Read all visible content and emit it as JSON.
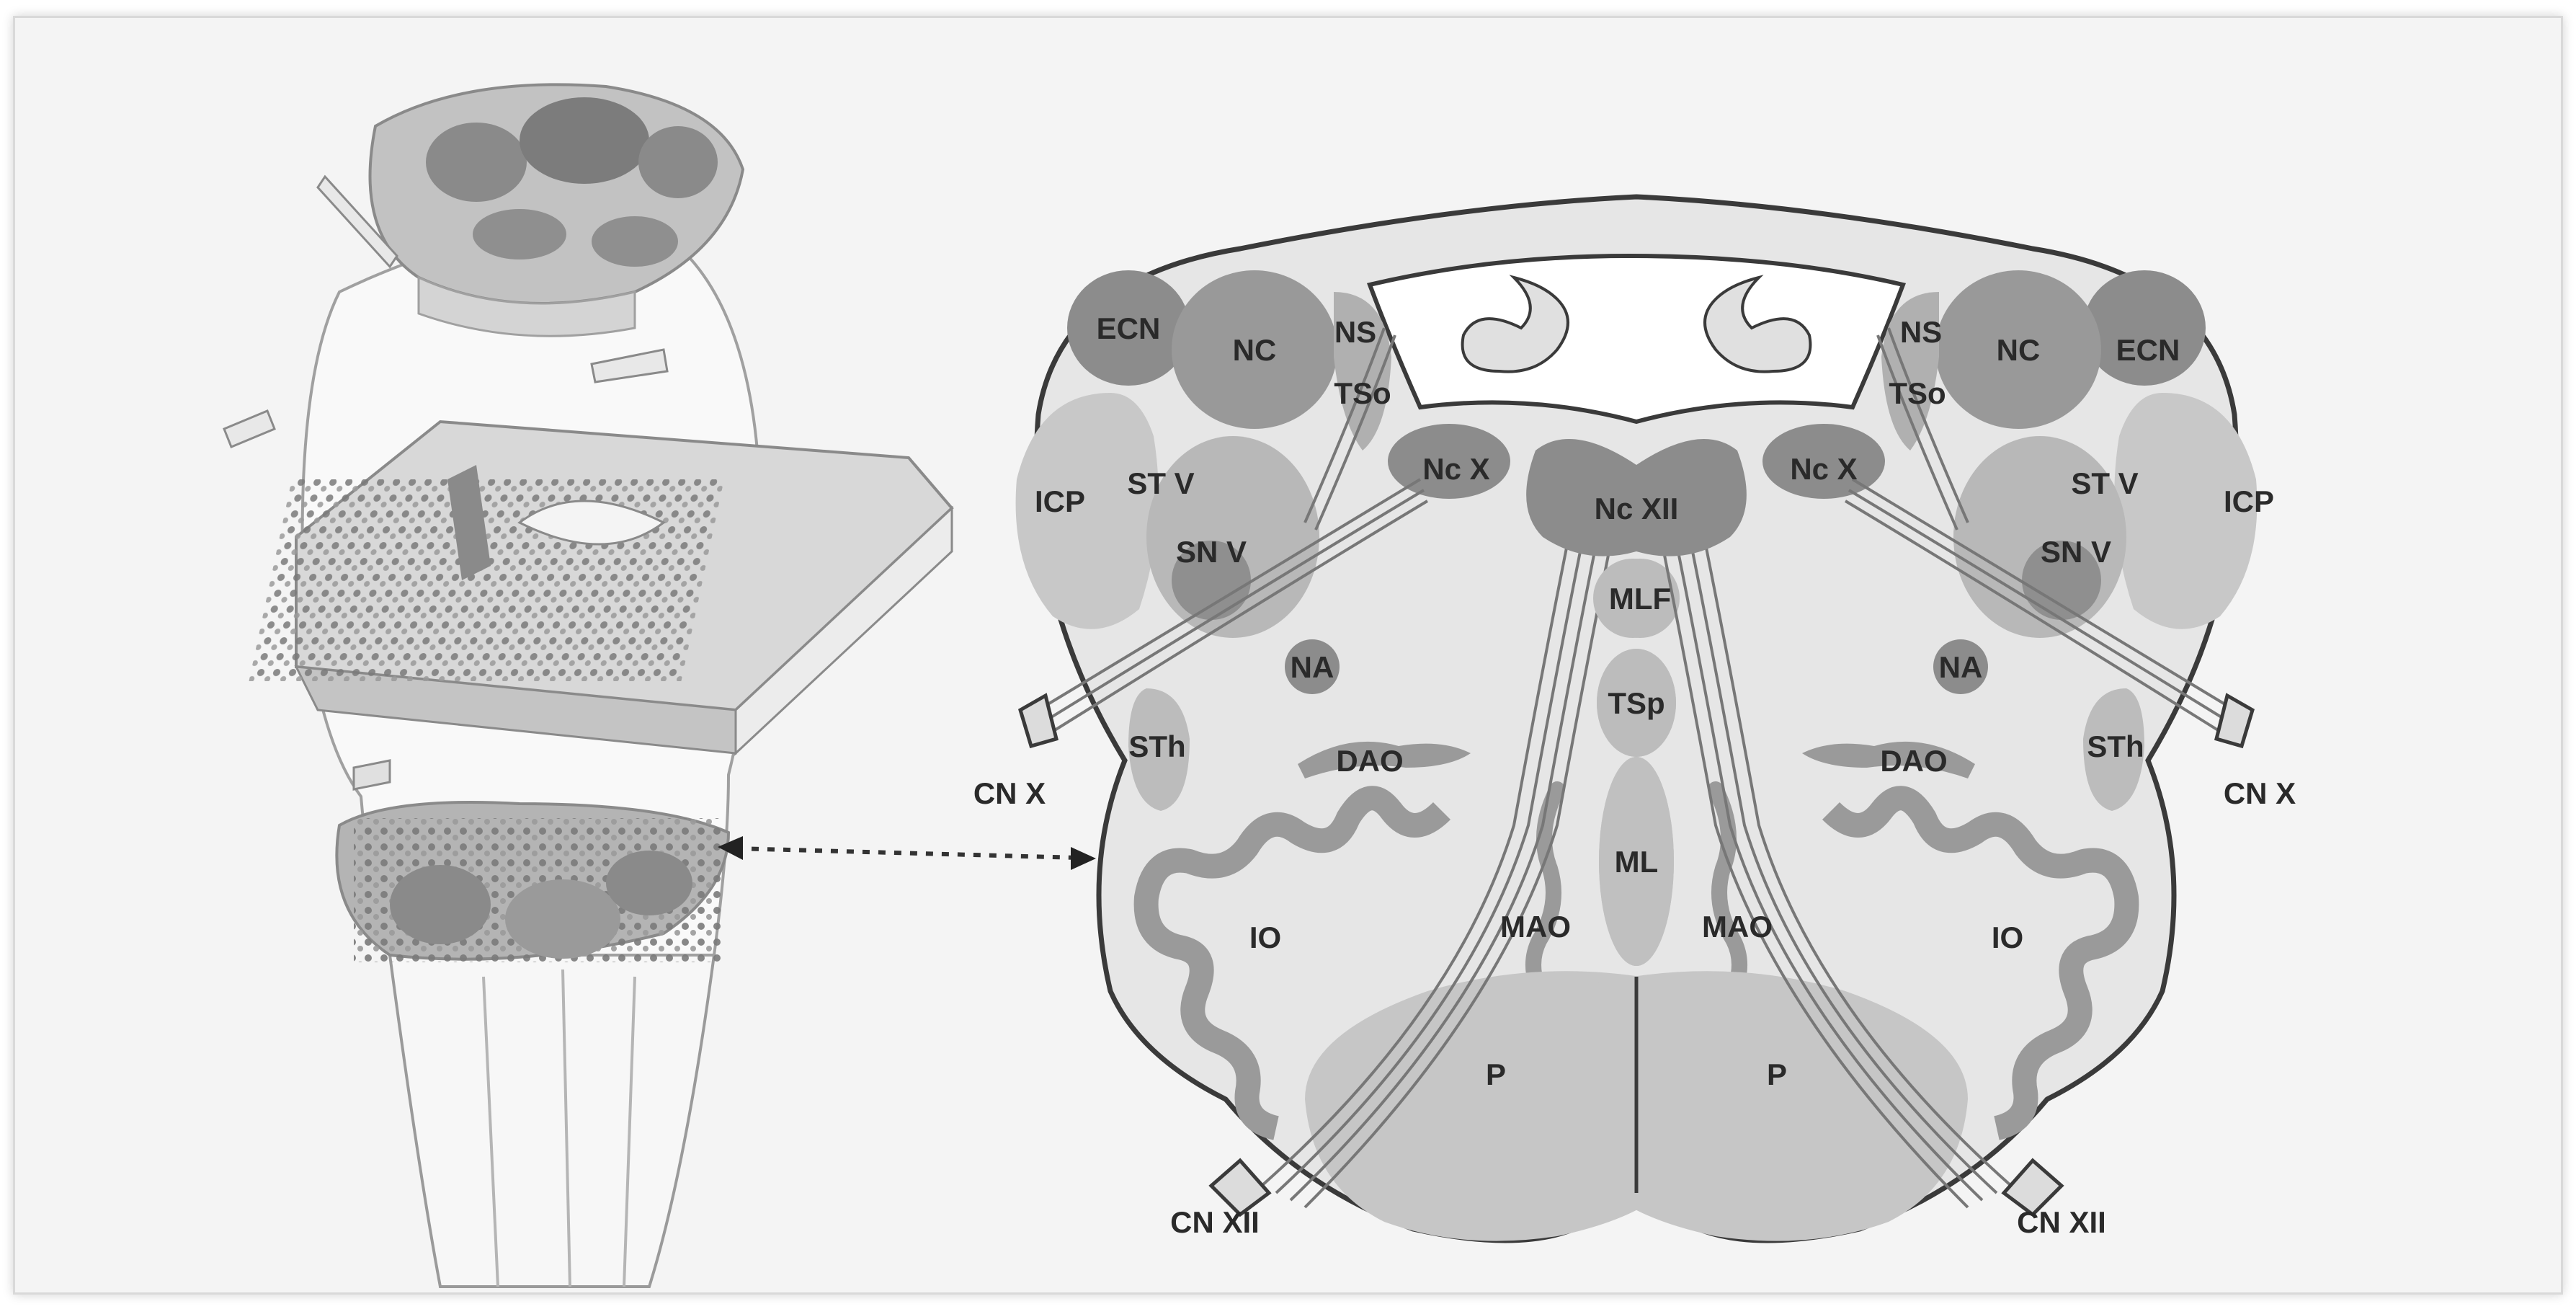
{
  "colors": {
    "background": "#f4f4f4",
    "outline": "#3a3a3a",
    "light_fill": "#e4e4e4",
    "medium_nucleus": "#b4b4b4",
    "dark_nucleus": "#8c8c8c",
    "olive_gray": "#9a9a9a"
  },
  "left_illustration": {
    "description_icon": "brainstem-3d-illustration"
  },
  "cross_section": {
    "labels": {
      "ecn": "ECN",
      "nc": "NC",
      "ns": "NS",
      "tso": "TSo",
      "icp": "ICP",
      "st_v": "ST V",
      "sn_v": "SN V",
      "nc_x": "Nc X",
      "nc_xii": "Nc XII",
      "mlf": "MLF",
      "na": "NA",
      "tsp": "TSp",
      "sth": "STh",
      "dao": "DAO",
      "cn_x": "CN X",
      "ml": "ML",
      "mao": "MAO",
      "io": "IO",
      "p": "P",
      "cn_xii": "CN XII"
    }
  }
}
